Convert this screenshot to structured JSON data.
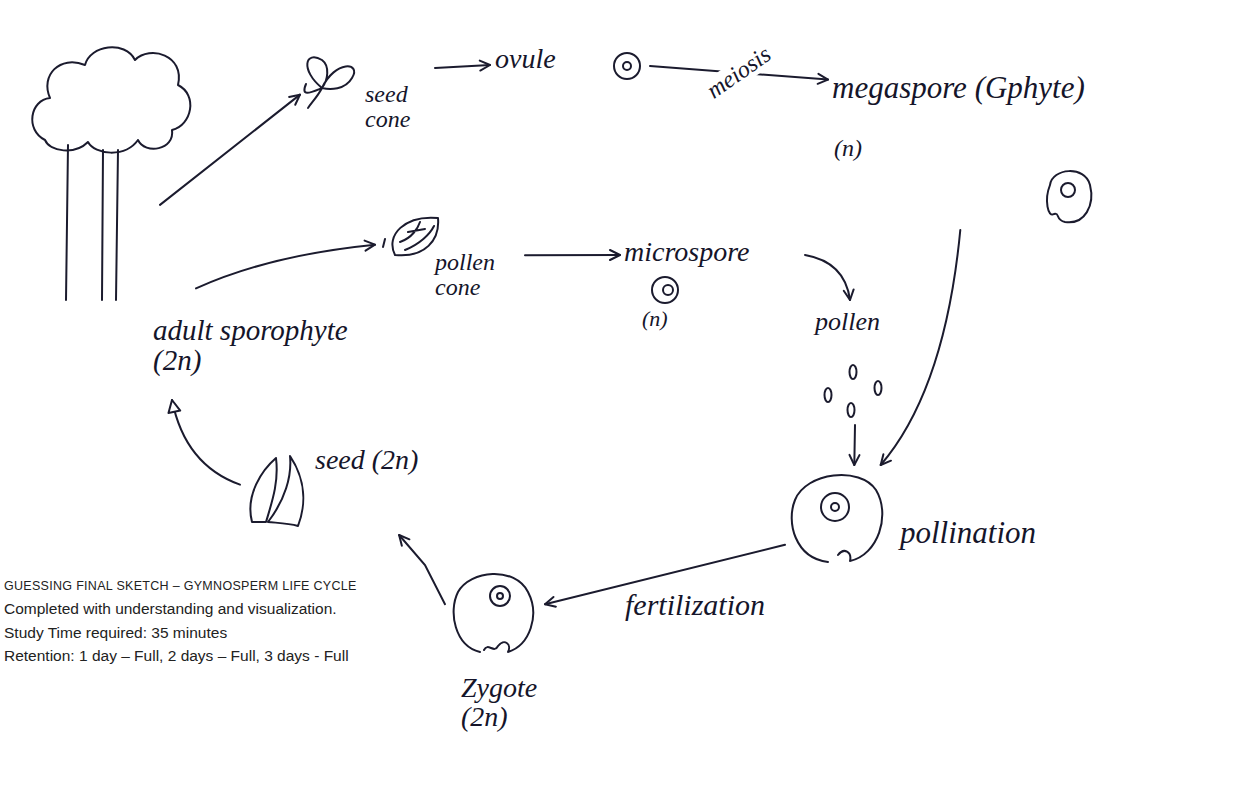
{
  "diagram": {
    "nodes": [
      {
        "text": [
          "adult sporophyte (2n)"
        ]
      },
      {
        "text": [
          "seed cone"
        ]
      },
      {
        "text": [
          "ovule"
        ]
      },
      {
        "text": [
          "megaspore (Gphyte)",
          "(n)"
        ]
      },
      {
        "text": [
          "pollen cone"
        ]
      },
      {
        "text": [
          "microspore",
          "(n)"
        ]
      },
      {
        "text": [
          "pollen"
        ]
      },
      {
        "text": [
          "pollination"
        ]
      },
      {
        "text": [
          "Zygote (2n)"
        ]
      },
      {
        "text": [
          "seed (2n)"
        ]
      }
    ],
    "edges": [
      {
        "from": 0,
        "to": 1,
        "arrow": "to"
      },
      {
        "from": 1,
        "to": 2,
        "arrow": "to"
      },
      {
        "from": 2,
        "to": 3,
        "label": "meiosis",
        "arrow": "to"
      },
      {
        "from": 0,
        "to": 4,
        "arrow": "to"
      },
      {
        "from": 4,
        "to": 5,
        "arrow": "to"
      },
      {
        "from": 5,
        "to": 6,
        "arrow": "to"
      },
      {
        "from": 6,
        "to": 7,
        "arrow": "to"
      },
      {
        "from": 3,
        "to": 7,
        "arrow": "to"
      },
      {
        "from": 7,
        "to": 8,
        "label": "fertilization",
        "arrow": "to"
      },
      {
        "from": 8,
        "to": 9,
        "arrow": "to"
      },
      {
        "from": 9,
        "to": 0,
        "arrow": "to"
      }
    ],
    "labels": [
      "GUESSING FINAL SKETCH – GYMNOSPERM LIFE CYCLE",
      "Completed with understanding and visualization.",
      "Study Time required: 35 minutes",
      "Retention: 1 day – Full, 2 days – Full, 3 days - Full"
    ]
  }
}
